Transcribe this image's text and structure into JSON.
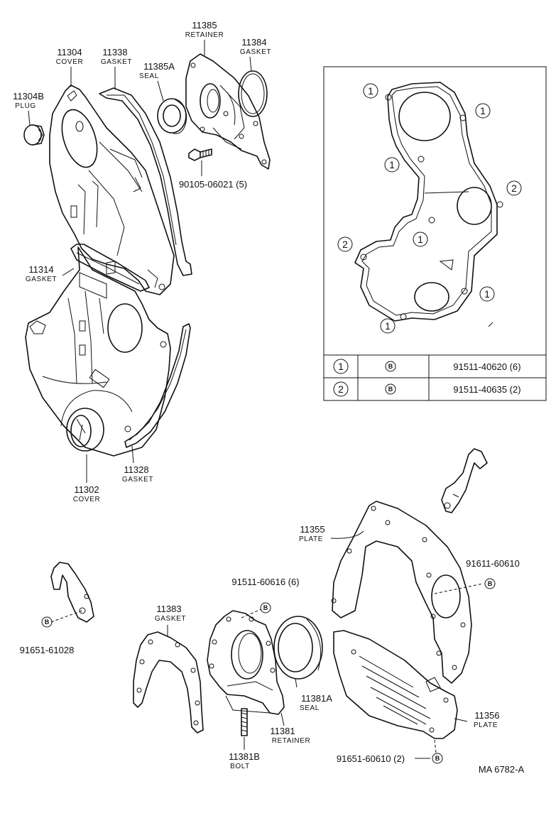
{
  "figure_code": "MA 6782-A",
  "callouts": [
    {
      "id": "11385",
      "pn": "11385",
      "name": "RETAINER"
    },
    {
      "id": "11384",
      "pn": "11384",
      "name": "GASKET"
    },
    {
      "id": "11304",
      "pn": "11304",
      "name": "COVER"
    },
    {
      "id": "11338",
      "pn": "11338",
      "name": "GASKET"
    },
    {
      "id": "11385A",
      "pn": "11385A",
      "name": "SEAL"
    },
    {
      "id": "11304B",
      "pn": "11304B",
      "name": "PLUG"
    },
    {
      "id": "90105",
      "pn": "90105-06021 (5)",
      "name": ""
    },
    {
      "id": "11314",
      "pn": "11314",
      "name": "GASKET"
    },
    {
      "id": "11302",
      "pn": "11302",
      "name": "COVER"
    },
    {
      "id": "11328",
      "pn": "11328",
      "name": "GASKET"
    },
    {
      "id": "11355",
      "pn": "11355",
      "name": "PLATE"
    },
    {
      "id": "91611",
      "pn": "91611-60610",
      "name": ""
    },
    {
      "id": "91651a",
      "pn": "91651-61028",
      "name": ""
    },
    {
      "id": "91511b",
      "pn": "91511-60616 (6)",
      "name": ""
    },
    {
      "id": "11383",
      "pn": "11383",
      "name": "GASKET"
    },
    {
      "id": "11381A",
      "pn": "11381A",
      "name": "SEAL"
    },
    {
      "id": "11381",
      "pn": "11381",
      "name": "RETAINER"
    },
    {
      "id": "11381B",
      "pn": "11381B",
      "name": "BOLT"
    },
    {
      "id": "11356",
      "pn": "11356",
      "name": "PLATE"
    },
    {
      "id": "91651b",
      "pn": "91651-60610 (2)",
      "name": ""
    }
  ],
  "bolt_badge": "B",
  "inset_markers": [
    "1",
    "2"
  ],
  "bolt_table": [
    {
      "marker": "1",
      "badge": "B",
      "part": "91511-40620 (6)"
    },
    {
      "marker": "2",
      "badge": "B",
      "part": "91511-40635 (2)"
    }
  ]
}
